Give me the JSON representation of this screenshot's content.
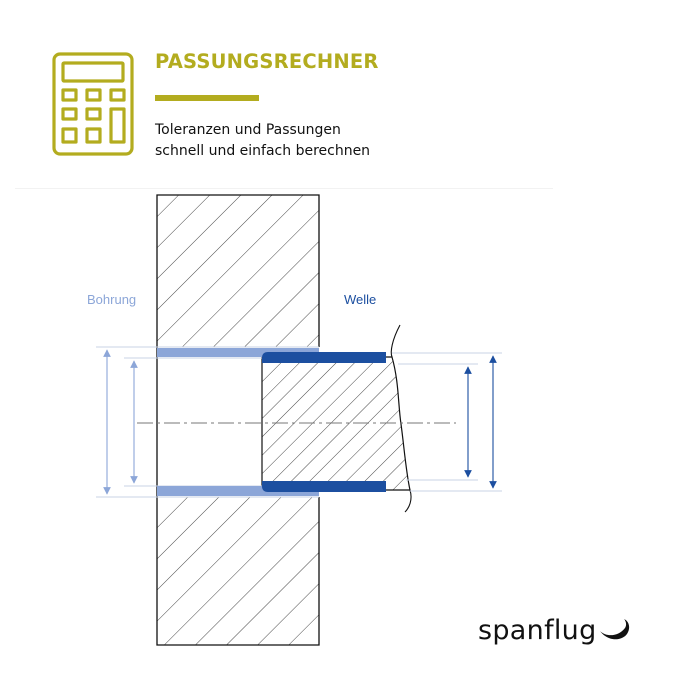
{
  "header": {
    "title": "PASSUNGSRECHNER",
    "subtitle_line1": "Toleranzen und Passungen",
    "subtitle_line2": "schnell und einfach berechnen",
    "icon": "calculator-icon"
  },
  "diagram": {
    "label_bore": "Bohrung",
    "label_shaft": "Welle"
  },
  "brand": {
    "name": "spanflug",
    "logo_mark": "swoosh-mark-icon"
  },
  "colors": {
    "accent_olive": "#b3ac1f",
    "bore_blue_light": "#8ca6d8",
    "shaft_blue_dark": "#1c4fa0",
    "text_dark": "#111111",
    "hatch_line": "#333333",
    "guide_line": "#c9d3e6"
  }
}
